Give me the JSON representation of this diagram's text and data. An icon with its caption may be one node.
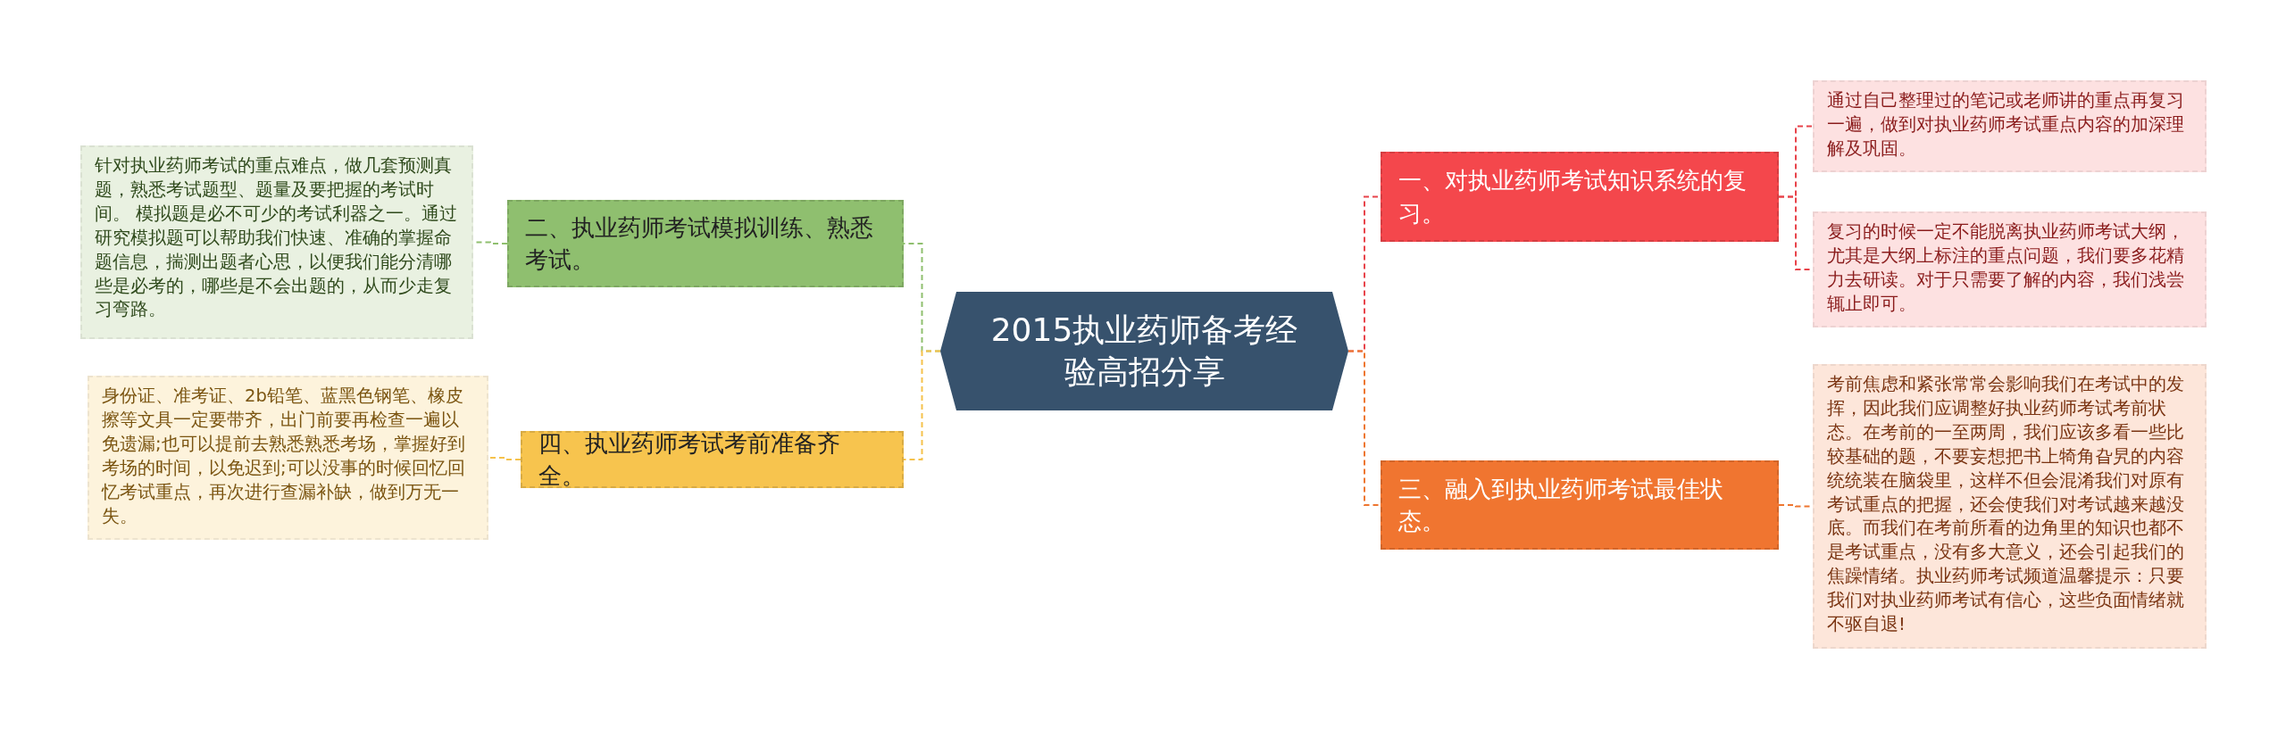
{
  "diagram": {
    "nodes": [
      {
        "text": [
          "2015执业药师备考经验高招分享"
        ]
      },
      {
        "text": [
          "二、执业药师考试模拟训练、熟悉考试。"
        ]
      },
      {
        "text": [
          "针对执业药师考试的重点难点，做几套预测真题，熟悉考试题型、题量及要把握的考试时间。 模拟题是必不可少的考试利器之一。通过研究模拟题可以帮助我们快速、准确的掌握命题信息，揣测出题者心思，以便我们能分清哪些是必考的，哪些是不会出题的，从而少走复习弯路。"
        ]
      },
      {
        "text": [
          "四、执业药师考试考前准备齐全。"
        ]
      },
      {
        "text": [
          "身份证、准考证、2b铅笔、蓝黑色钢笔、橡皮擦等文具一定要带齐，出门前要再检查一遍以免遗漏;也可以提前去熟悉熟悉考场，掌握好到考场的时间，以免迟到;可以没事的时候回忆回忆考试重点，再次进行查漏补缺，做到万无一失。"
        ]
      },
      {
        "text": [
          "一、对执业药师考试知识系统的复习。"
        ]
      },
      {
        "text": [
          "通过自己整理过的笔记或老师讲的重点再复习一遍，做到对执业药师考试重点内容的加深理解及巩固。"
        ]
      },
      {
        "text": [
          "复习的时候一定不能脱离执业药师考试大纲，尤其是大纲上标注的重点问题，我们要多花精力去研读。对于只需要了解的内容，我们浅尝辄止即可。"
        ]
      },
      {
        "text": [
          "三、融入到执业药师考试最佳状态。"
        ]
      },
      {
        "text": [
          "考前焦虑和紧张常常会影响我们在考试中的发挥，因此我们应调整好执业药师考试考前状态。在考前的一至两周，我们应该多看一些比较基础的题，不要妄想把书上犄角旮旯的内容统统装在脑袋里，这样不但会混淆我们对原有考试重点的把握，还会使我们对考试越来越没底。而我们在考前所看的边角里的知识也都不是考试重点，没有多大意义，还会引起我们的焦躁情绪。执业药师考试频道温馨提示：只要我们对执业药师考试有信心，这些负面情绪就不驱自退!"
        ]
      }
    ],
    "edges": [
      {
        "from": 0,
        "to": 1,
        "arrow": "none",
        "color": "#8fbf6f"
      },
      {
        "from": 1,
        "to": 2,
        "arrow": "none",
        "color": "#8fbf6f"
      },
      {
        "from": 0,
        "to": 3,
        "arrow": "none",
        "color": "#f5c24c"
      },
      {
        "from": 3,
        "to": 4,
        "arrow": "none",
        "color": "#f5c24c"
      },
      {
        "from": 0,
        "to": 5,
        "arrow": "none",
        "color": "#e8434a"
      },
      {
        "from": 5,
        "to": 6,
        "arrow": "none",
        "color": "#e8434a"
      },
      {
        "from": 5,
        "to": 7,
        "arrow": "none",
        "color": "#e8434a"
      },
      {
        "from": 0,
        "to": 8,
        "arrow": "none",
        "color": "#ee7630"
      },
      {
        "from": 8,
        "to": 9,
        "arrow": "none",
        "color": "#ee7630"
      }
    ]
  }
}
